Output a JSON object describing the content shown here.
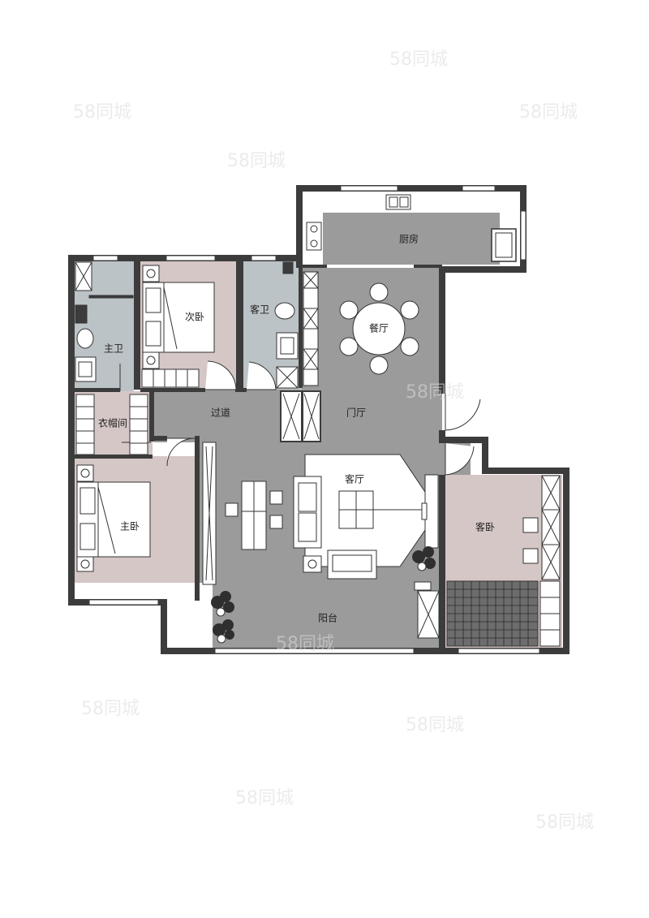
{
  "rooms": {
    "kitchen": "厨房",
    "dining": "餐厅",
    "second_bedroom": "次卧",
    "guest_bath": "客卫",
    "master_bath": "主卫",
    "cloakroom": "衣帽间",
    "corridor": "过道",
    "foyer": "门厅",
    "living_room": "客厅",
    "master_bedroom": "主卧",
    "guest_bedroom": "客卧",
    "balcony": "阳台"
  },
  "watermark": "58同城",
  "colors": {
    "wall": "#3c3c3c",
    "common_floor": "#9b9b9b",
    "bedroom_floor": "#d5c7c6",
    "bathroom_floor": "#bcc3c6",
    "window": "#ffffff"
  }
}
